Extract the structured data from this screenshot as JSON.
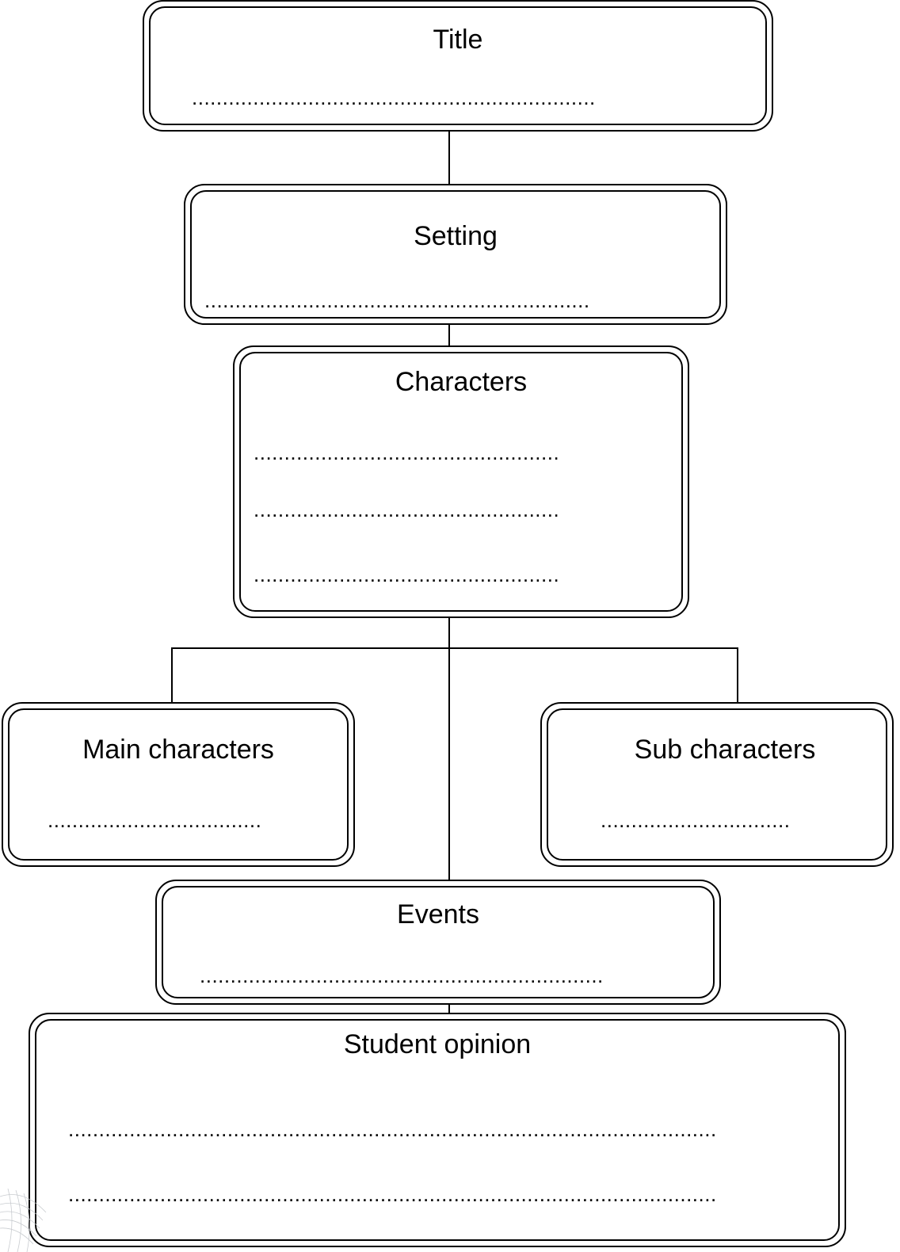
{
  "nodes": {
    "title": {
      "label": "Title",
      "lines": [
        ".................................................................."
      ]
    },
    "setting": {
      "label": "Setting",
      "lines": [
        "..............................................................."
      ]
    },
    "characters": {
      "label": "Characters",
      "lines": [
        "..................................................",
        "..................................................",
        ".................................................."
      ]
    },
    "main_characters": {
      "label": "Main characters",
      "lines": [
        "..................................."
      ]
    },
    "sub_characters": {
      "label": "Sub characters",
      "lines": [
        "..............................."
      ]
    },
    "events": {
      "label": "Events",
      "lines": [
        ".................................................................."
      ]
    },
    "student_opinion": {
      "label": "Student opinion",
      "lines": [
        "..........................................................................................................",
        ".........................................................................................................."
      ]
    }
  }
}
